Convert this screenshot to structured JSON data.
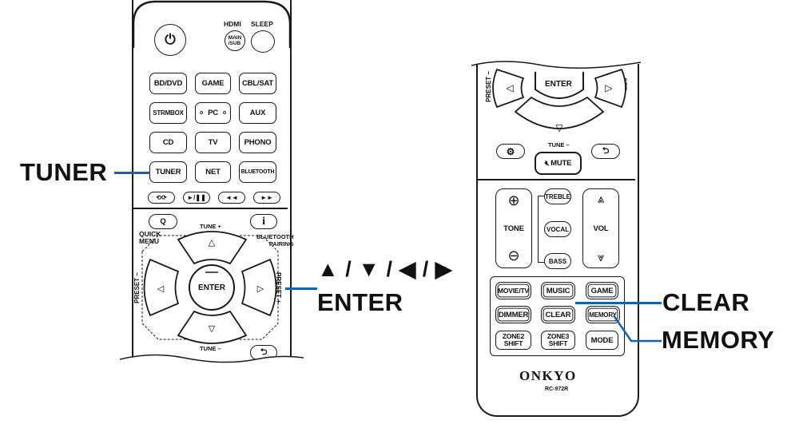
{
  "left_remote": {
    "hdmi_label": "HDMI",
    "sleep_label": "SLEEP",
    "main_sub_label": "MAIN\n/SUB",
    "row1": [
      "BD/DVD",
      "GAME",
      "CBL/SAT"
    ],
    "row2": [
      "STRMBOX",
      "PC",
      "AUX"
    ],
    "row3": [
      "CD",
      "TV",
      "PHONO"
    ],
    "row4": [
      "TUNER",
      "NET",
      "BLUETOOTH"
    ],
    "quick_menu_label": "QUICK\nMENU",
    "bluetooth_pairing_label": "BLUETOOTH\nPAIRING",
    "tune_plus_label": "TUNE +",
    "tune_minus_label": "TUNE –",
    "preset_minus_label": "PRESET –",
    "preset_plus_label": "PRESET +",
    "enter_label": "ENTER",
    "q_label": "Q",
    "info_label": "i"
  },
  "right_remote": {
    "enter_label": "ENTER",
    "preset_minus_label": "PRESET –",
    "preset_plus_label": "SET +",
    "tune_minus_label": "TUNE –",
    "mute_label": "MUTE",
    "treble_label": "TREBLE",
    "vocal_label": "VOCAL",
    "bass_label": "BASS",
    "tone_label": "TONE",
    "vol_label": "VOL",
    "row1": [
      "MOVIE/TV",
      "MUSIC",
      "GAME"
    ],
    "row2": [
      "DIMMER",
      "CLEAR",
      "MEMORY"
    ],
    "row3": [
      "ZONE2\nSHIFT",
      "ZONE3\nSHIFT",
      "MODE"
    ],
    "brand": "ONKYO",
    "model": "RC-972R"
  },
  "callouts": {
    "tuner": "TUNER",
    "arrows": "▲ / ▼ / ◀ / ▶",
    "enter": "ENTER",
    "clear": "CLEAR",
    "memory": "MEMORY"
  },
  "colors": {
    "callout_line": "#1763a8",
    "outline": "#1a1a1a"
  }
}
